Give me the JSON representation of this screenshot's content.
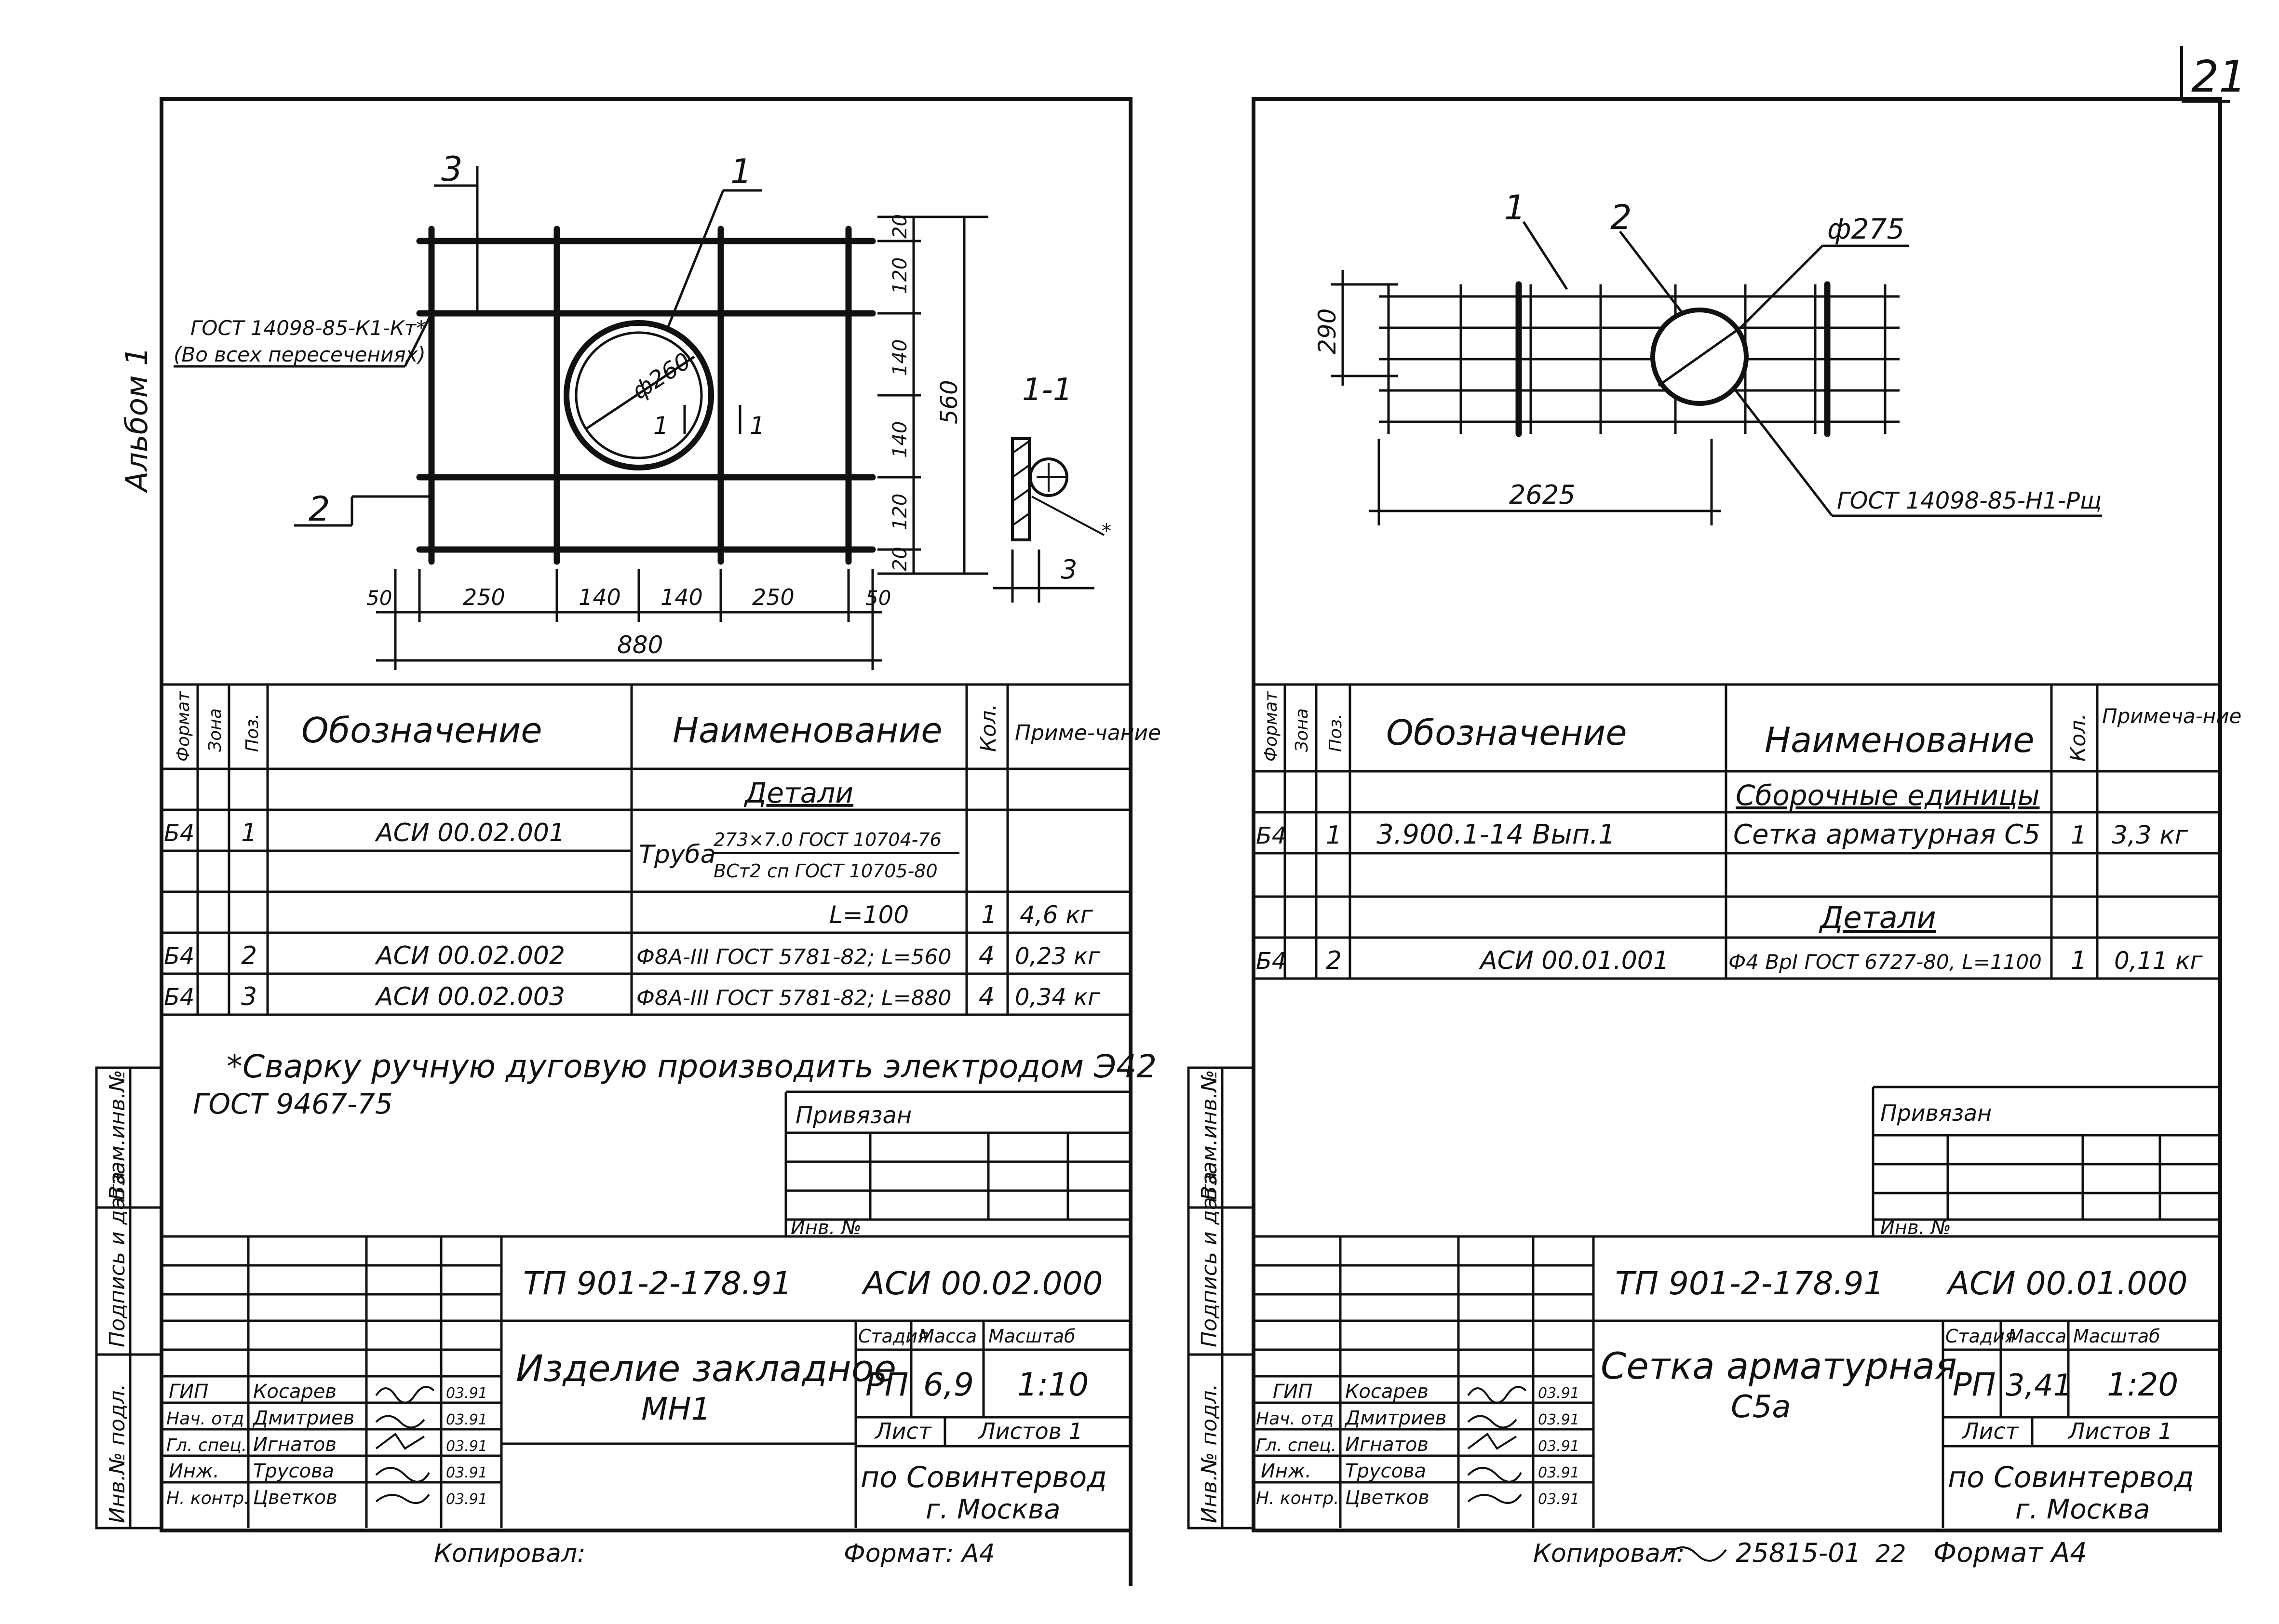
{
  "page_number": "21",
  "album_label": "Альбом 1",
  "side_labels": [
    "Взам.инв.№",
    "Подпись и дата",
    "Инв.№ подл."
  ],
  "sheet_left": {
    "drawing": {
      "weld_note": [
        "ГОСТ 14098-85-К1-Кт*",
        "(Во всех пересечениях)"
      ],
      "leaders": [
        "3",
        "1",
        "2"
      ],
      "pipe_dia": "ф260",
      "section_marks": [
        "1",
        "1"
      ],
      "section_title": "1-1",
      "section_dim": "3",
      "asterisk": "*",
      "dims_right": [
        "20",
        "120",
        "140",
        "140",
        "120",
        "20"
      ],
      "overall_height": "560",
      "dims_bottom": [
        "50",
        "250",
        "140",
        "140",
        "250",
        "50"
      ],
      "overall_width": "880"
    },
    "spec": {
      "headers": [
        "Формат",
        "Зона",
        "Поз.",
        "Обозначение",
        "Наименование",
        "Кол.",
        "Приме-чание"
      ],
      "section_title": "Детали",
      "rows": [
        {
          "format": "Б4",
          "zone": "",
          "pos": "1",
          "designation": "АСИ 00.02.001",
          "name_prefix": "Труба",
          "name_top": "273×7.0 ГОСТ 10704-76",
          "name_bottom": "ВСт2 сп ГОСТ 10705-80",
          "qty": "",
          "note": ""
        },
        {
          "format": "",
          "zone": "",
          "pos": "",
          "designation": "",
          "name": "L=100",
          "qty": "1",
          "note": "4,6 кг"
        },
        {
          "format": "Б4",
          "zone": "",
          "pos": "2",
          "designation": "АСИ 00.02.002",
          "name": "Ф8А-III ГОСТ 5781-82; L=560",
          "qty": "4",
          "note": "0,23 кг"
        },
        {
          "format": "Б4",
          "zone": "",
          "pos": "3",
          "designation": "АСИ 00.02.003",
          "name": "Ф8А-III ГОСТ 5781-82; L=880",
          "qty": "4",
          "note": "0,34 кг"
        }
      ]
    },
    "note_text": [
      "*Сварку ручную дуговую производить электродом Э42",
      "ГОСТ 9467-75"
    ],
    "privyazan": "Привязан",
    "inv_label": "Инв. №",
    "title_block": {
      "project": "ТП 901-2-178.91",
      "code": "АСИ 00.02.000",
      "title": [
        "Изделие закладное",
        "МН1"
      ],
      "stage_hdr": [
        "Стадия",
        "Масса",
        "Масштаб"
      ],
      "stage": "РП",
      "mass": "6,9",
      "scale": "1:10",
      "sheet": "Лист",
      "sheets": "Листов 1",
      "org": [
        "по Совинтервод",
        "г. Москва"
      ],
      "roles": [
        {
          "role": "ГИП",
          "name": "Косарев",
          "date": "03.91"
        },
        {
          "role": "Нач. отд",
          "name": "Дмитриев",
          "date": "03.91"
        },
        {
          "role": "Гл. спец.",
          "name": "Игнатов",
          "date": "03.91"
        },
        {
          "role": "Инж.",
          "name": "Трусова",
          "date": "03.91"
        },
        {
          "role": "Н. контр.",
          "name": "Цветков",
          "date": "03.91"
        }
      ]
    },
    "copied": "Копировал:",
    "format": "Формат: А4"
  },
  "sheet_right": {
    "drawing": {
      "leaders": [
        "1",
        "2"
      ],
      "pipe_dia": "ф275",
      "dim_height": "290",
      "dim_width": "2625",
      "weld_note": "ГОСТ 14098-85-Н1-Рщ"
    },
    "spec": {
      "headers": [
        "Формат",
        "Зона",
        "Поз.",
        "Обозначение",
        "Наименование",
        "Кол.",
        "Примеча-ние"
      ],
      "section_titles": [
        "Сборочные единицы",
        "Детали"
      ],
      "rows": [
        {
          "format": "Б4",
          "zone": "",
          "pos": "1",
          "designation": "3.900.1-14  Вып.1",
          "name": "Сетка арматурная С5",
          "qty": "1",
          "note": "3,3 кг"
        },
        {
          "format": "Б4",
          "zone": "",
          "pos": "2",
          "designation": "АСИ 00.01.001",
          "name": "Ф4 ВрI ГОСТ 6727-80, L=1100",
          "qty": "1",
          "note": "0,11 кг"
        }
      ]
    },
    "privyazan": "Привязан",
    "inv_label": "Инв. №",
    "title_block": {
      "project": "ТП 901-2-178.91",
      "code": "АСИ 00.01.000",
      "title": [
        "Сетка арматурная",
        "С5а"
      ],
      "stage_hdr": [
        "Стадия",
        "Масса",
        "Масштаб"
      ],
      "stage": "РП",
      "mass": "3,41",
      "scale": "1:20",
      "sheet": "Лист",
      "sheets": "Листов 1",
      "org": [
        "по Совинтервод",
        "г. Москва"
      ],
      "roles": [
        {
          "role": "ГИП",
          "name": "Косарев",
          "date": "03.91"
        },
        {
          "role": "Нач. отд",
          "name": "Дмитриев",
          "date": "03.91"
        },
        {
          "role": "Гл. спец.",
          "name": "Игнатов",
          "date": "03.91"
        },
        {
          "role": "Инж.",
          "name": "Трусова",
          "date": "03.91"
        },
        {
          "role": "Н. контр.",
          "name": "Цветков",
          "date": "03.91"
        }
      ]
    },
    "copied": "Копировал:",
    "archive_no": "25815-01",
    "sheet_num": "22",
    "format": "Формат А4"
  }
}
